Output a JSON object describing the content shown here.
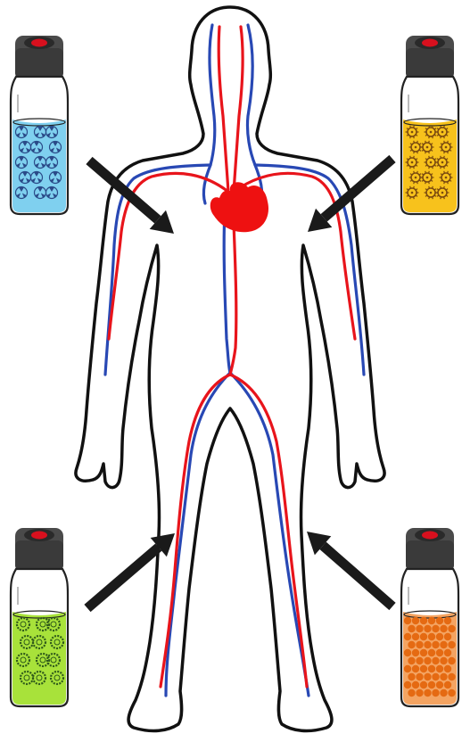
{
  "diagram": {
    "colors": {
      "outline": "#111111",
      "artery": "#e8141b",
      "vein": "#2848b4",
      "heart": "#ee1111",
      "arrow": "#1a1a1a",
      "vial_cap": "#4a4a4a",
      "vial_septum": "#d8101e",
      "vial_glass": "#ffffff"
    },
    "vials": [
      {
        "id": "top-left",
        "liquid_color": "#7fd0ef",
        "particle_color": "#2a4a88",
        "particle_shape": "triskelion"
      },
      {
        "id": "top-right",
        "liquid_color": "#f7c21c",
        "particle_color": "#7a4a10",
        "particle_shape": "spiky-ring"
      },
      {
        "id": "bottom-left",
        "liquid_color": "#a8e23a",
        "particle_color": "#2f5a1a",
        "particle_shape": "ring"
      },
      {
        "id": "bottom-right",
        "liquid_color": "#f4a462",
        "particle_color": "#e56a12",
        "particle_shape": "dot"
      }
    ]
  }
}
